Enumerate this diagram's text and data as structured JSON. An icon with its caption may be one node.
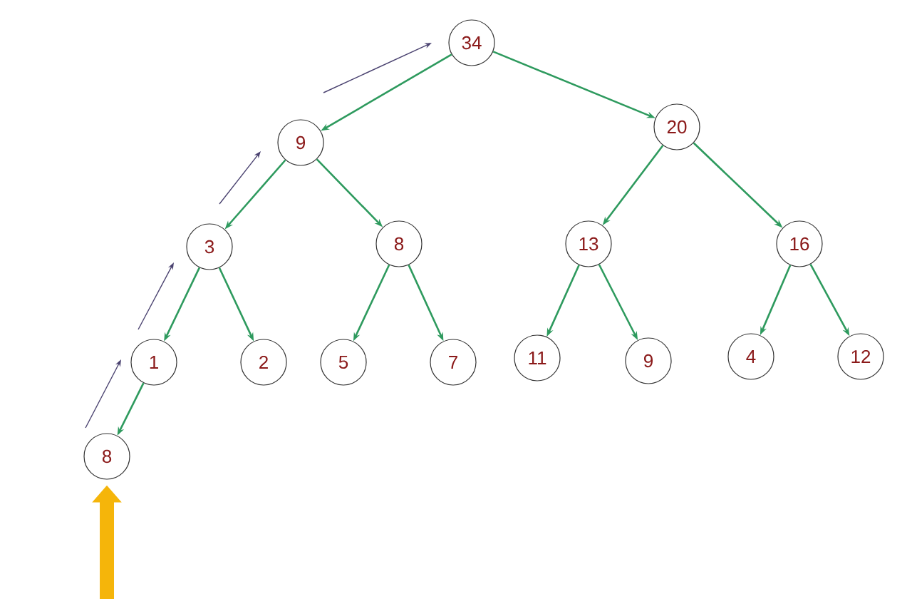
{
  "diagram": {
    "nodes": [
      {
        "text": [
          "34"
        ]
      },
      {
        "text": [
          "9"
        ]
      },
      {
        "text": [
          "20"
        ]
      },
      {
        "text": [
          "3"
        ]
      },
      {
        "text": [
          "8"
        ]
      },
      {
        "text": [
          "13"
        ]
      },
      {
        "text": [
          "16"
        ]
      },
      {
        "text": [
          "1"
        ]
      },
      {
        "text": [
          "2"
        ]
      },
      {
        "text": [
          "5"
        ]
      },
      {
        "text": [
          "7"
        ]
      },
      {
        "text": [
          "11"
        ]
      },
      {
        "text": [
          "9"
        ]
      },
      {
        "text": [
          "4"
        ]
      },
      {
        "text": [
          "12"
        ]
      },
      {
        "text": [
          "8"
        ]
      }
    ],
    "edges": [
      {
        "from": 0,
        "to": 1,
        "arrow": "to"
      },
      {
        "from": 0,
        "to": 2,
        "arrow": "to"
      },
      {
        "from": 1,
        "to": 3,
        "arrow": "to"
      },
      {
        "from": 1,
        "to": 4,
        "arrow": "to"
      },
      {
        "from": 2,
        "to": 5,
        "arrow": "to"
      },
      {
        "from": 2,
        "to": 6,
        "arrow": "to"
      },
      {
        "from": 3,
        "to": 7,
        "arrow": "to"
      },
      {
        "from": 3,
        "to": 8,
        "arrow": "to"
      },
      {
        "from": 4,
        "to": 9,
        "arrow": "to"
      },
      {
        "from": 4,
        "to": 10,
        "arrow": "to"
      },
      {
        "from": 5,
        "to": 11,
        "arrow": "to"
      },
      {
        "from": 5,
        "to": 12,
        "arrow": "to"
      },
      {
        "from": 6,
        "to": 13,
        "arrow": "to"
      },
      {
        "from": 6,
        "to": 14,
        "arrow": "to"
      },
      {
        "from": 7,
        "to": 15,
        "arrow": "to"
      },
      {
        "from": null,
        "to": 15,
        "arrow": "to",
        "style": "thick",
        "color": "#f5b50a"
      }
    ]
  }
}
